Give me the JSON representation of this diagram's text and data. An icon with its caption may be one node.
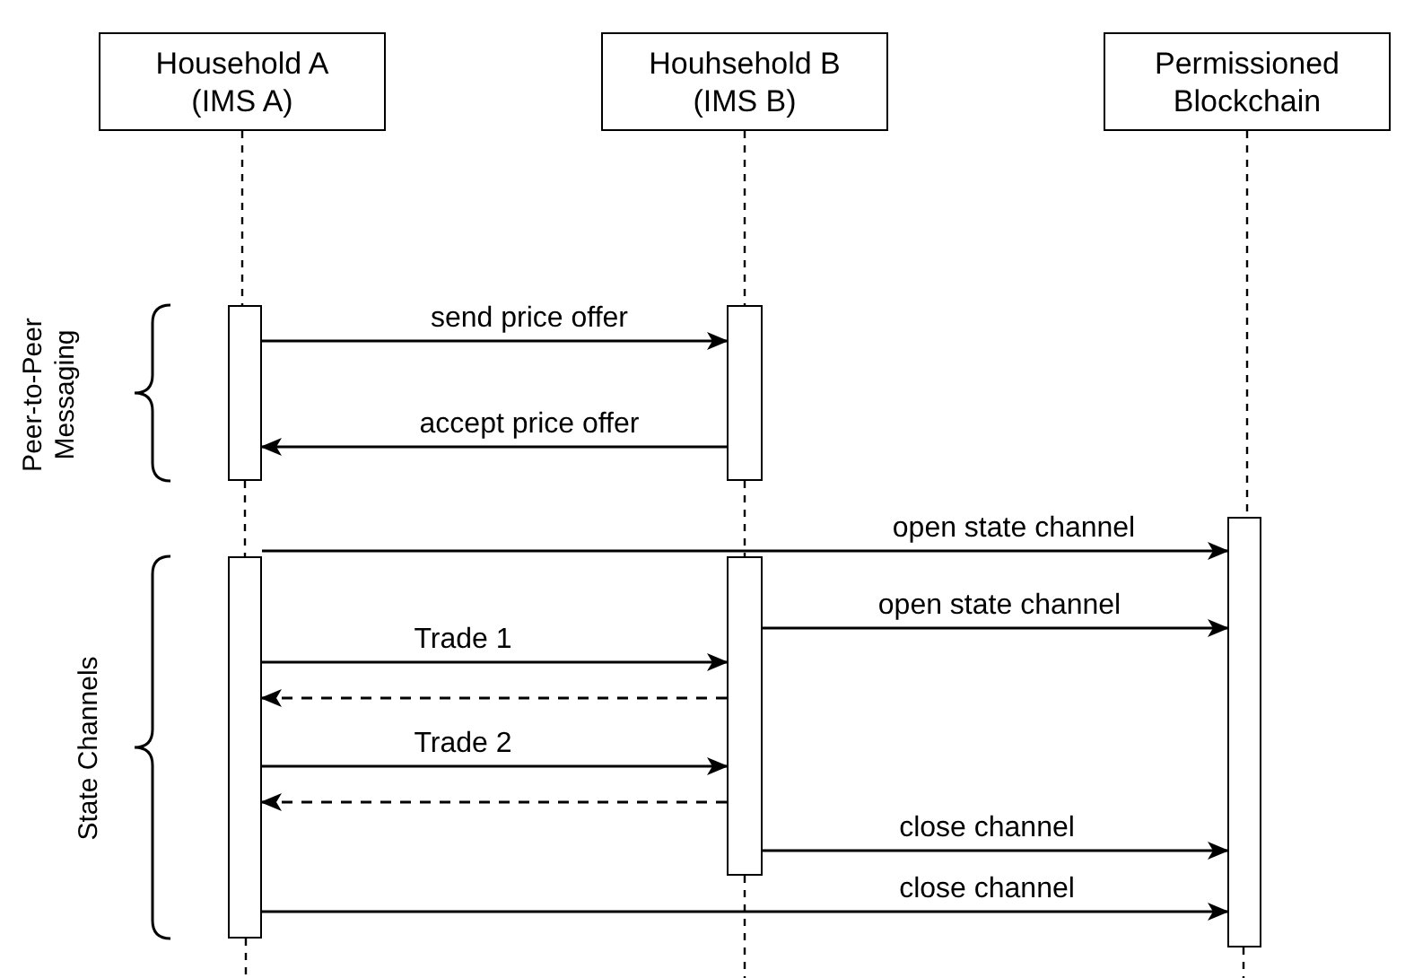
{
  "diagram": {
    "nodes": [
      {
        "text": [
          "Household A (IMS A)"
        ]
      },
      {
        "text": [
          "Houhsehold B (IMS B)"
        ]
      },
      {
        "text": [
          "Permissioned Blockchain"
        ]
      },
      {
        "text": [],
        "shape": "bar"
      },
      {
        "text": [],
        "shape": "bar"
      },
      {
        "text": [],
        "shape": "bar"
      },
      {
        "text": [],
        "shape": "bar"
      },
      {
        "text": [],
        "shape": "bar"
      }
    ],
    "edges": [
      {
        "from": 0,
        "to": 3,
        "arrow": "none",
        "style": "dashed"
      },
      {
        "from": 3,
        "to": 5,
        "arrow": "none",
        "style": "dashed"
      },
      {
        "from": 1,
        "to": 4,
        "arrow": "none",
        "style": "dashed"
      },
      {
        "from": 4,
        "to": 6,
        "arrow": "none",
        "style": "dashed"
      },
      {
        "from": 2,
        "to": 7,
        "arrow": "none",
        "style": "dashed"
      },
      {
        "from": 3,
        "to": 4,
        "arrow": "to",
        "label": "send price offer"
      },
      {
        "from": 4,
        "to": 3,
        "arrow": "to",
        "label": "accept price offer"
      },
      {
        "from": 5,
        "to": 7,
        "arrow": "to",
        "label": "open state channel"
      },
      {
        "from": 6,
        "to": 7,
        "arrow": "to",
        "label": "open state channel"
      },
      {
        "from": 5,
        "to": 6,
        "arrow": "to",
        "label": "Trade 1"
      },
      {
        "from": 6,
        "to": 5,
        "arrow": "to",
        "style": "dashed"
      },
      {
        "from": 5,
        "to": 6,
        "arrow": "to",
        "label": "Trade 2"
      },
      {
        "from": 6,
        "to": 5,
        "arrow": "to",
        "style": "dashed"
      },
      {
        "from": 6,
        "to": 7,
        "arrow": "to",
        "label": "close channel"
      },
      {
        "from": 5,
        "to": 7,
        "arrow": "to",
        "label": "close channel"
      }
    ],
    "labels": [
      "Peer-to-Peer Messaging",
      "State Channels"
    ]
  }
}
